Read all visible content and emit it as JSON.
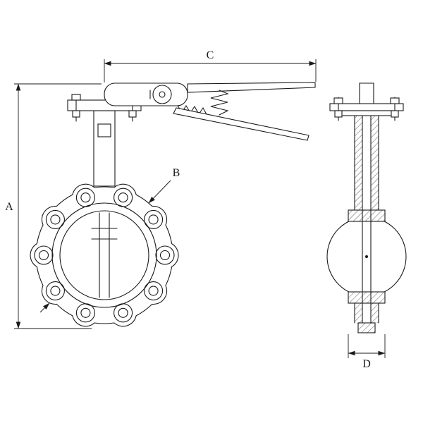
{
  "labels": {
    "dim_a": "A",
    "dim_b": "B",
    "dim_c": "C",
    "dim_d": "D"
  },
  "colors": {
    "line": "#1a1a1a",
    "background": "#ffffff"
  }
}
